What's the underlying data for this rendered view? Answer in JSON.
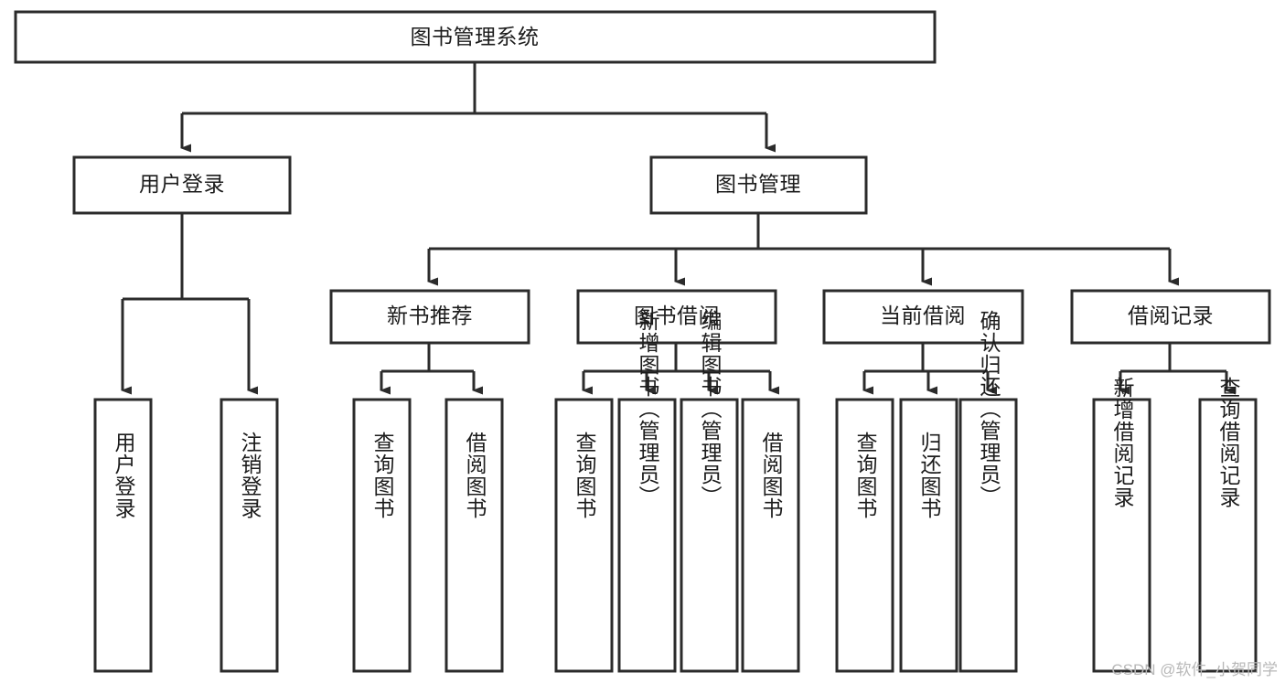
{
  "diagram": {
    "type": "tree-hierarchy",
    "title": "图书管理系统",
    "orientation": "top-down",
    "colors": {
      "box_stroke": "#2b2b2b",
      "box_fill": "#ffffff",
      "connector": "#2b2b2b",
      "text": "#1c1c1c",
      "watermark": "#b8b8b8",
      "background": "#ffffff"
    },
    "root": {
      "id": "root",
      "label": "图书管理系统"
    },
    "level2": [
      {
        "id": "user-login",
        "label": "用户登录"
      },
      {
        "id": "book-manage",
        "label": "图书管理"
      }
    ],
    "level3": [
      {
        "id": "new-book-recommend",
        "label": "新书推荐",
        "parent": "book-manage"
      },
      {
        "id": "book-borrow",
        "label": "图书借阅",
        "parent": "book-manage"
      },
      {
        "id": "current-borrow",
        "label": "当前借阅",
        "parent": "book-manage"
      },
      {
        "id": "borrow-record",
        "label": "借阅记录",
        "parent": "book-manage"
      }
    ],
    "leaves": {
      "user-login": [
        {
          "id": "leaf-user-login",
          "label": "用户登录"
        },
        {
          "id": "leaf-logout",
          "label": "注销登录"
        }
      ],
      "new-book-recommend": [
        {
          "id": "leaf-query-book-1",
          "label": "查询图书"
        },
        {
          "id": "leaf-borrow-book-1",
          "label": "借阅图书"
        }
      ],
      "book-borrow": [
        {
          "id": "leaf-query-book-2",
          "label": "查询图书"
        },
        {
          "id": "leaf-add-book",
          "label": "新增图书（管理员）"
        },
        {
          "id": "leaf-edit-book",
          "label": "编辑图书（管理员）"
        },
        {
          "id": "leaf-borrow-book-2",
          "label": "借阅图书"
        }
      ],
      "current-borrow": [
        {
          "id": "leaf-query-book-3",
          "label": "查询图书"
        },
        {
          "id": "leaf-return-book",
          "label": "归还图书"
        },
        {
          "id": "leaf-confirm-return",
          "label": "确认归还（管理员）"
        }
      ],
      "borrow-record": [
        {
          "id": "leaf-add-record",
          "label": "新增借阅记录"
        },
        {
          "id": "leaf-query-record",
          "label": "查询借阅记录"
        }
      ]
    }
  },
  "watermark": {
    "text": "CSDN @软件_小贺同学"
  }
}
